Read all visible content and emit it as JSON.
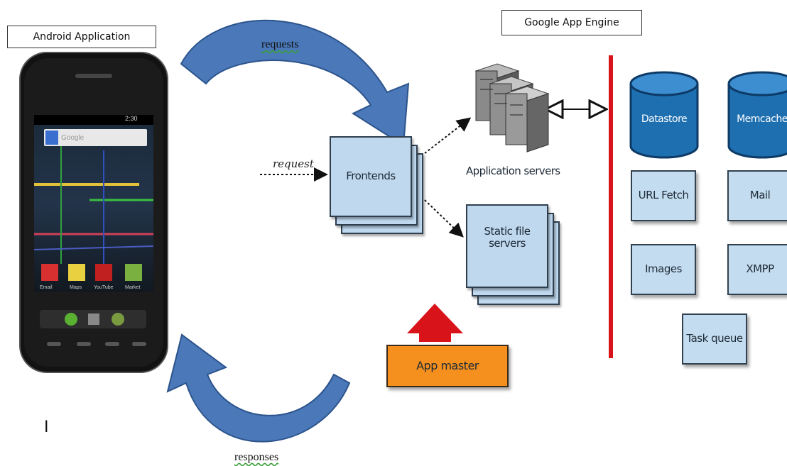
{
  "labels": {
    "android_app": "Android Application",
    "gae": "Google App Engine",
    "requests": "requests",
    "responses": "responses",
    "request": "request",
    "cursor": "I"
  },
  "components": {
    "frontends": "Frontends",
    "app_servers": "Application servers",
    "static_servers": "Static file servers",
    "app_master": "App master",
    "datastore": "Datastore",
    "memcache": "Memcache",
    "url_fetch": "URL Fetch",
    "mail": "Mail",
    "images": "Images",
    "xmpp": "XMPP",
    "task_queue": "Task queue"
  },
  "phone": {
    "time": "2:30",
    "search_placeholder": "Google",
    "apps": [
      "Email",
      "Maps",
      "YouTube",
      "Market"
    ]
  },
  "colors": {
    "arrow_blue": "#3f6fb0",
    "box_blue": "#c4dcf0",
    "cylinder_blue": "#1e6fb0",
    "app_master_orange": "#f5901e",
    "red_arrow": "#d8141a",
    "divider_red": "#d8141a"
  }
}
